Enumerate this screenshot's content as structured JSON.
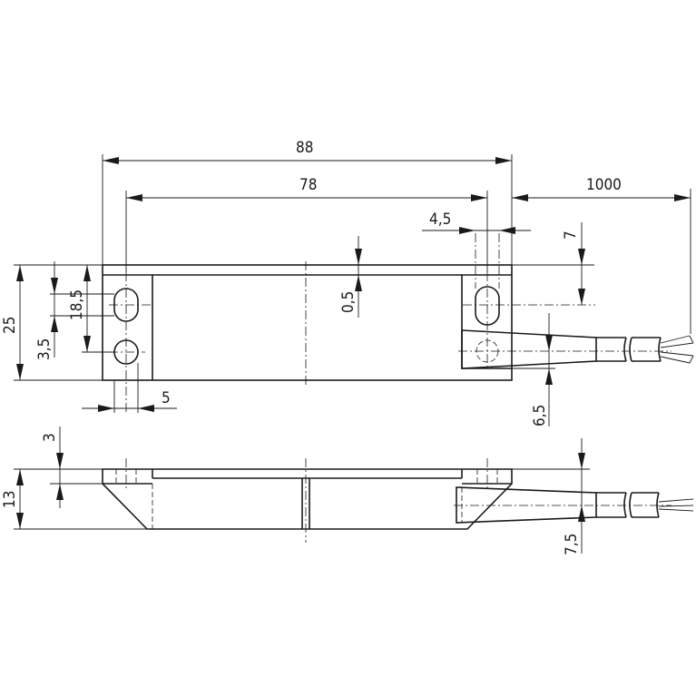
{
  "dimensions": {
    "overall_length": "88",
    "hole_spacing": "78",
    "cable_length": "1000",
    "cable_offset": "4,5",
    "top_height_7": "7",
    "groove_depth": "0,5",
    "overall_width": "25",
    "slot_length": "18,5",
    "hole_offset": "3,5",
    "hole_edge": "5",
    "cable_height": "6,5",
    "flange_thickness": "3",
    "overall_height": "13",
    "side_cable_height": "7,5"
  }
}
